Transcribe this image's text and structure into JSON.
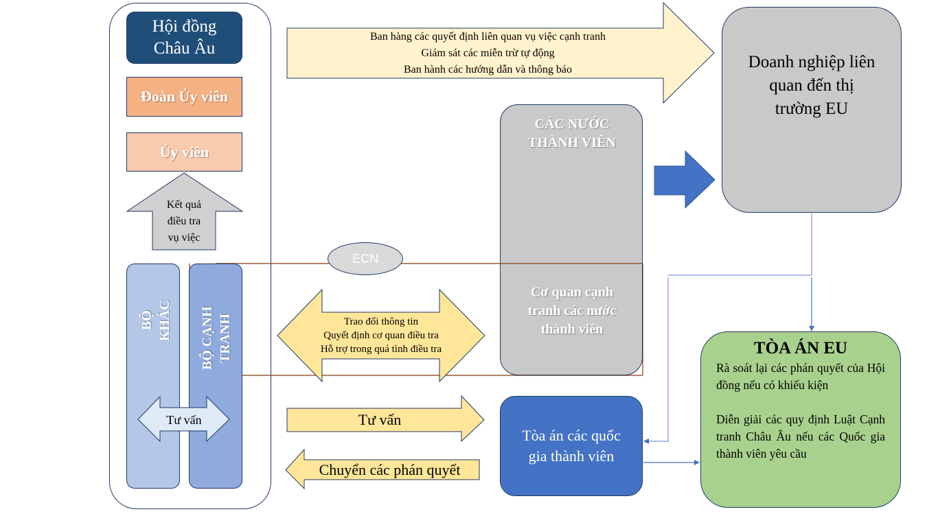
{
  "colors": {
    "frame_border": "#1f3864",
    "council_fill": "#1f4e79",
    "college_fill": "#f4b183",
    "commissioner_fill": "#f8cbad",
    "dept_other_fill": "#b4c7e7",
    "dept_comp_fill": "#8faadc",
    "grey_fill": "#c9c9c9",
    "yellow_arrow_fill": "#ffe699",
    "light_yellow_arrow_fill": "#fff2cc",
    "blue_accent": "#4472c4",
    "court_eu_fill": "#a9d18e",
    "ecn_line": "#843c0c"
  },
  "european_commission": {
    "council": {
      "line1": "Hội đồng",
      "line2": "Châu Âu"
    },
    "college_of_commissioners": "Đoàn Ủy viên",
    "commissioner": "Ủy viên",
    "investigation_result_arrow": {
      "line1": "Kết quả",
      "line2": "điều tra",
      "line3": "vụ việc"
    },
    "dept_other": "BỘ\nKHÁC",
    "dept_competition": "BỘ CẠNH\nTRANH",
    "internal_advise_arrow": "Tư vấn"
  },
  "top_arrow": {
    "line1": "Ban hàng các quyết định liên quan vụ việc cạnh tranh",
    "line2": "Giám sát các miễn trừ tự động",
    "line3": "Ban hành các hướng dẫn và thông báo"
  },
  "member_states": {
    "title_line1": "CÁC NƯỚC",
    "title_line2": "THÀNH VIÊN",
    "nca_line1": "Cơ quan cạnh",
    "nca_line2": "tranh các nước",
    "nca_line3": "thành viên"
  },
  "ecn": {
    "label": "ECN"
  },
  "exchange_arrow": {
    "line1": "Trao đổi thông tin",
    "line2": "Quyết định cơ quan điều tra",
    "line3": "Hỗ trợ trong quá tình điều tra"
  },
  "enterprises": {
    "line1": "Doanh nghiệp liên",
    "line2": "quan đến thị",
    "line3": "trường EU"
  },
  "court_eu": {
    "title": "TÒA ÁN EU",
    "para1": "Rà soát lại các phán quyết của Hội đồng nếu có khiếu kiện",
    "para2": "Diễn giải các quy định Luật Cạnh tranh Châu Âu nếu các Quốc gia thành viên yêu cầu"
  },
  "national_courts": {
    "line1": "Tòa án các quốc",
    "line2": "gia thành viên"
  },
  "advise_arrow": "Tư vấn",
  "transfer_arrow": "Chuyển các phán quyết"
}
